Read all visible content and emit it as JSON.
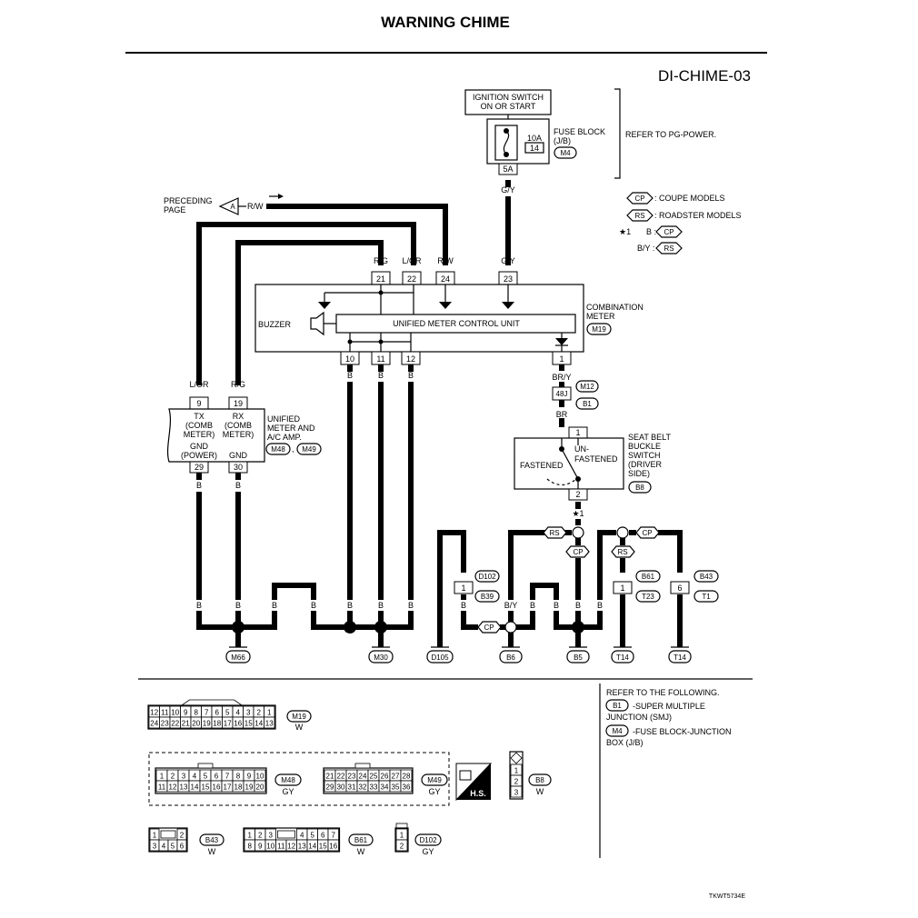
{
  "title": "WARNING CHIME",
  "section_code": "DI-CHIME-03",
  "figure_id": "TKWT5734E",
  "power": {
    "ignition_switch": [
      "IGNITION SWITCH",
      "ON OR START"
    ],
    "fuse_block_label": [
      "FUSE BLOCK",
      "(J/B)"
    ],
    "fuse_rating": "10A",
    "fuse_number": "14",
    "fuse_connector": "M4",
    "fuse_pin": "5A",
    "refer_note": "REFER TO PG-POWER.",
    "wire": "G/Y"
  },
  "legend": {
    "cp_tag": "CP",
    "cp_text": ": COUPE MODELS",
    "rs_tag": "RS",
    "rs_text": ": ROADSTER MODELS",
    "star1": "★1",
    "star1_b": "B :",
    "star1_by": "B/Y :"
  },
  "preceding": {
    "label": [
      "PRECEDING",
      "PAGE"
    ],
    "connector": "A",
    "wire": "R/W"
  },
  "combination_meter": {
    "label": [
      "COMBINATION",
      "METER"
    ],
    "connector": "M19",
    "unit_label": "UNIFIED METER CONTROL UNIT",
    "buzzer_label": "BUZZER",
    "top_pins": [
      {
        "pin": "21",
        "wire": "R/G"
      },
      {
        "pin": "22",
        "wire": "L/OR"
      },
      {
        "pin": "24",
        "wire": "R/W"
      },
      {
        "pin": "23",
        "wire": "G/Y"
      }
    ],
    "bottom_pins": [
      {
        "pin": "10",
        "wire": "B"
      },
      {
        "pin": "11",
        "wire": "B"
      },
      {
        "pin": "12",
        "wire": "B"
      },
      {
        "pin": "1",
        "wire": "BR/Y"
      }
    ]
  },
  "amp": {
    "label": [
      "UNIFIED",
      "METER AND",
      "A/C AMP."
    ],
    "connectors": [
      "M48",
      "M49"
    ],
    "connector_sep": ",",
    "pin_tx": "9",
    "pin_rx": "19",
    "tx_label": [
      "TX",
      "(COMB",
      "METER)"
    ],
    "rx_label": [
      "RX",
      "(COMB",
      "METER)"
    ],
    "gnd_power": [
      "GND",
      "(POWER)"
    ],
    "gnd": "GND",
    "pin_gnd1": "29",
    "pin_gnd2": "30",
    "wire_tx": "L/OR",
    "wire_rx": "R/G",
    "wire_gnd": "B"
  },
  "relay_connector": {
    "pin": "48J",
    "conn_a": "M12",
    "conn_b": "B1",
    "wire_out": "BR"
  },
  "seat_belt": {
    "label": [
      "SEAT BELT",
      "BUCKLE",
      "SWITCH",
      "(DRIVER",
      "SIDE)"
    ],
    "connector": "B8",
    "pin_top": "1",
    "pin_bottom": "2",
    "unfastened": [
      "UN-",
      "FASTENED"
    ],
    "fastened": "FASTENED",
    "star": "★1"
  },
  "ground_branch": {
    "rs": "RS",
    "cp": "CP",
    "wire_b": "B",
    "wire_by": "B/Y",
    "d102_pin": "1",
    "d102": "D102",
    "b39": "B39",
    "b61_pin": "1",
    "b61": "B61",
    "t23": "T23",
    "b43_pin": "6",
    "b43": "B43",
    "t1": "T1"
  },
  "grounds": [
    "M66",
    "M30",
    "D105",
    "B6",
    "B5",
    "T14",
    "T14"
  ],
  "refer_following": {
    "title": "REFER TO THE FOLLOWING.",
    "b1_tag": "B1",
    "b1_text": [
      "-SUPER MULTIPLE",
      "JUNCTION (SMJ)"
    ],
    "m4_tag": "M4",
    "m4_text": [
      "-FUSE BLOCK-JUNCTION",
      "BOX (J/B)"
    ]
  },
  "connectors_bottom": {
    "m19": {
      "name": "M19",
      "color": "W",
      "row1": [
        "12",
        "11",
        "10",
        "9",
        "8",
        "7",
        "6",
        "5",
        "4",
        "3",
        "2",
        "1"
      ],
      "row2": [
        "24",
        "23",
        "22",
        "21",
        "20",
        "19",
        "18",
        "17",
        "16",
        "15",
        "14",
        "13"
      ]
    },
    "m48": {
      "name": "M48",
      "color": "GY",
      "row1": [
        "1",
        "2",
        "3",
        "4",
        "5",
        "6",
        "7",
        "8",
        "9",
        "10"
      ],
      "row2": [
        "11",
        "12",
        "13",
        "14",
        "15",
        "16",
        "17",
        "18",
        "19",
        "20"
      ]
    },
    "m49": {
      "name": "M49",
      "color": "GY",
      "row1": [
        "21",
        "22",
        "23",
        "24",
        "25",
        "26",
        "27",
        "28"
      ],
      "row2": [
        "29",
        "30",
        "31",
        "32",
        "33",
        "34",
        "35",
        "36"
      ]
    },
    "hs": "H.S.",
    "b8": {
      "name": "B8",
      "color": "W",
      "pins": [
        "1",
        "2",
        "3"
      ]
    },
    "b43": {
      "name": "B43",
      "color": "W",
      "row1": [
        "1",
        "2"
      ],
      "row2": [
        "3",
        "4",
        "5",
        "6"
      ]
    },
    "b61": {
      "name": "B61",
      "color": "W",
      "row1": [
        "1",
        "2",
        "3",
        "4",
        "5",
        "6",
        "7"
      ],
      "row2": [
        "8",
        "9",
        "10",
        "11",
        "12",
        "13",
        "14",
        "15",
        "16"
      ]
    },
    "d102": {
      "name": "D102",
      "color": "GY",
      "pins": [
        "1",
        "2"
      ]
    }
  }
}
